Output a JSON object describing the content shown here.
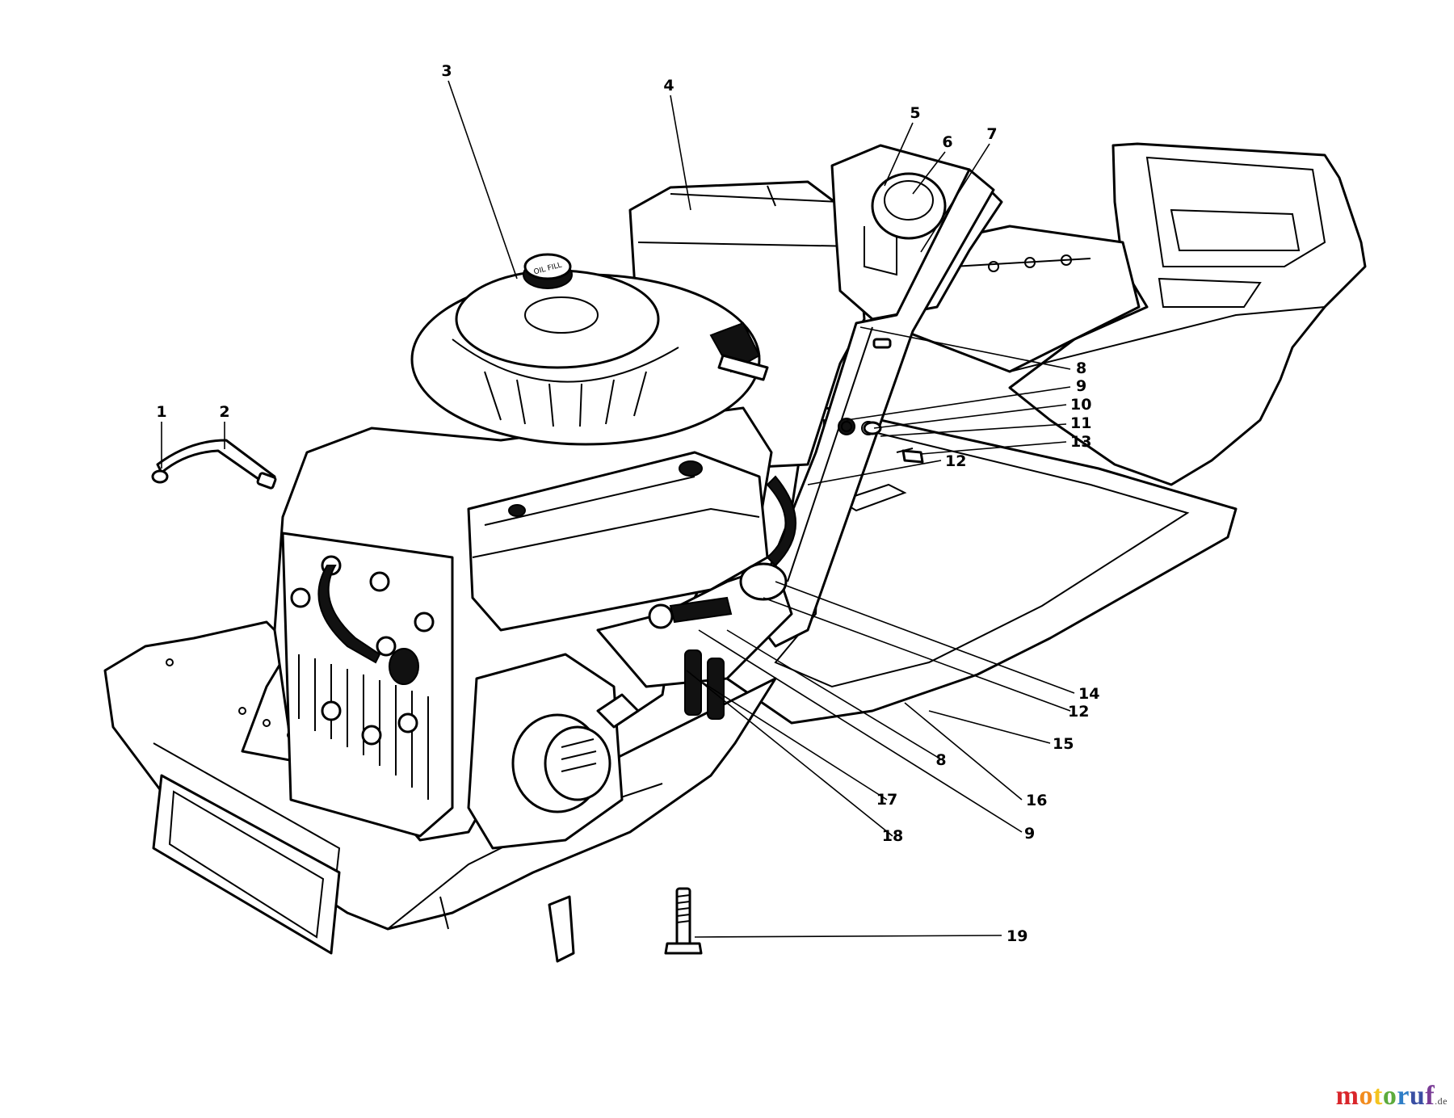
{
  "callouts": [
    {
      "id": "c1",
      "label": "1"
    },
    {
      "id": "c2",
      "label": "2"
    },
    {
      "id": "c3",
      "label": "3"
    },
    {
      "id": "c4",
      "label": "4"
    },
    {
      "id": "c5",
      "label": "5"
    },
    {
      "id": "c6",
      "label": "6"
    },
    {
      "id": "c7",
      "label": "7"
    },
    {
      "id": "c8a",
      "label": "8"
    },
    {
      "id": "c9a",
      "label": "9"
    },
    {
      "id": "c10",
      "label": "10"
    },
    {
      "id": "c11",
      "label": "11"
    },
    {
      "id": "c13",
      "label": "13"
    },
    {
      "id": "c12a",
      "label": "12"
    },
    {
      "id": "c14",
      "label": "14"
    },
    {
      "id": "c12b",
      "label": "12"
    },
    {
      "id": "c15",
      "label": "15"
    },
    {
      "id": "c8b",
      "label": "8"
    },
    {
      "id": "c16",
      "label": "16"
    },
    {
      "id": "c17",
      "label": "17"
    },
    {
      "id": "c9b",
      "label": "9"
    },
    {
      "id": "c18",
      "label": "18"
    },
    {
      "id": "c19",
      "label": "19"
    }
  ],
  "engine": {
    "oil_cap_text": "OIL FILL"
  },
  "watermark": {
    "letters": [
      "m",
      "o",
      "t",
      "o",
      "r",
      "u",
      "f"
    ],
    "suffix": ".de",
    "colors": [
      "#d9262b",
      "#f28c1e",
      "#f4c41f",
      "#5cab3c",
      "#2e7ec7",
      "#3a4fa3",
      "#7a3c96"
    ]
  }
}
